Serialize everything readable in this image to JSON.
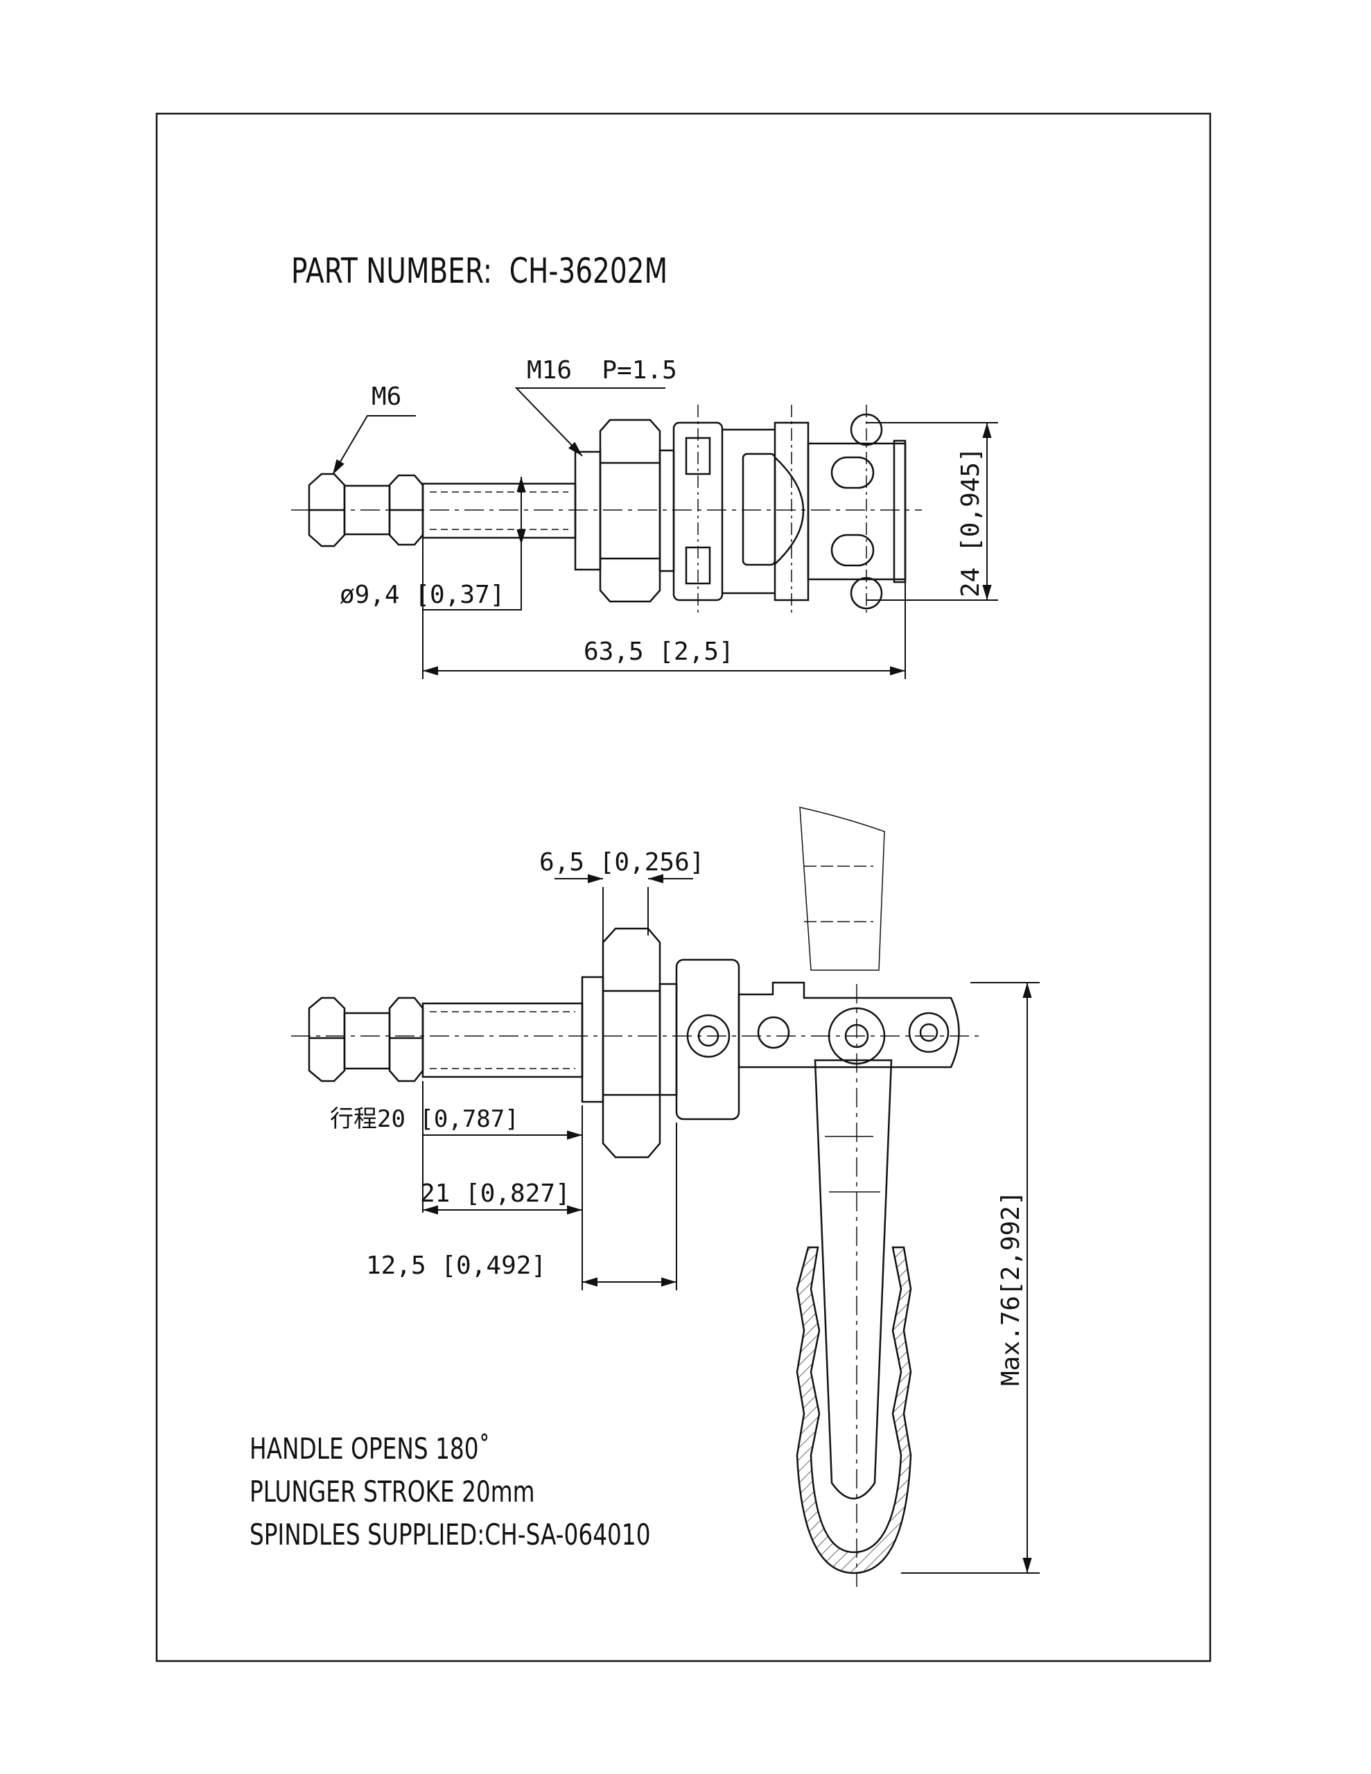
{
  "title": {
    "label": "PART NUMBER:",
    "value": "CH-36202M"
  },
  "top_view": {
    "thread_small": "M6",
    "thread_large": "M16  P=1.5",
    "dim_diameter": "ø9,4 [0,37]",
    "dim_length": "63,5 [2,5]",
    "dim_height": "24 [0,945]"
  },
  "side_view": {
    "dim_nut": "6,5 [0,256]",
    "dim_stroke": "行程20 [0,787]",
    "dim_21": "21 [0,827]",
    "dim_12": "12,5 [0,492]",
    "dim_max": "Max.76[2,992]"
  },
  "notes": [
    "HANDLE OPENS 180˚",
    "PLUNGER STROKE 20mm",
    "SPINDLES SUPPLIED:CH-SA-064010"
  ]
}
